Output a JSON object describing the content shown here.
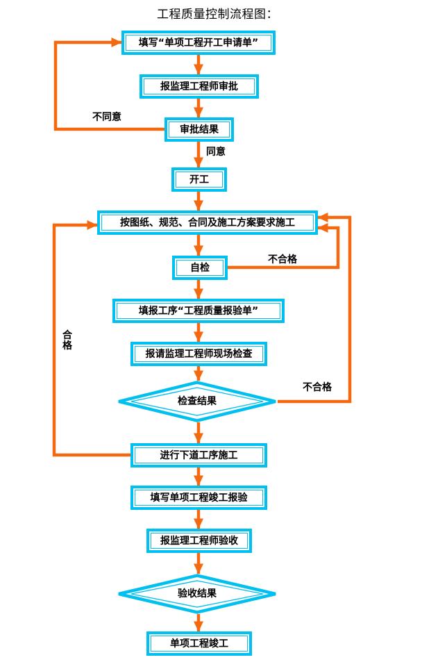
{
  "title": "工程质量控制流程图：",
  "colors": {
    "node_border": "#00C0F0",
    "node_fill": "#FFFFFF",
    "arrow": "#F4680F",
    "text": "#000000",
    "background": "#FFFFFF"
  },
  "nodes": {
    "n1": {
      "shape": "rect",
      "label": "填写“单项工程开工申请单”"
    },
    "n2": {
      "shape": "rect",
      "label": "报监理工程师审批"
    },
    "n3": {
      "shape": "rect",
      "label": "审批结果"
    },
    "n4": {
      "shape": "rect",
      "label": "开工"
    },
    "n5": {
      "shape": "rect",
      "label": "按图纸、规范、合同及施工方案要求施工"
    },
    "n6": {
      "shape": "rect",
      "label": "自检"
    },
    "n7": {
      "shape": "rect",
      "label": "填报工序“工程质量报验单”"
    },
    "n8": {
      "shape": "rect",
      "label": "报请监理工程师现场检查"
    },
    "d1": {
      "shape": "diamond",
      "label": "检查结果"
    },
    "n9": {
      "shape": "rect",
      "label": "进行下道工序施工"
    },
    "n10": {
      "shape": "rect",
      "label": "填写单项工程竣工报验"
    },
    "n11": {
      "shape": "rect",
      "label": "报监理工程师验收"
    },
    "d2": {
      "shape": "diamond",
      "label": "验收结果"
    },
    "n12": {
      "shape": "rect",
      "label": "单项工程竣工"
    }
  },
  "edge_labels": {
    "disagree": "不同意",
    "agree": "同意",
    "fail_self": "不合格",
    "fail_check": "不合格",
    "pass": "合格"
  },
  "edges": [
    {
      "from": "n1",
      "to": "n2",
      "label": ""
    },
    {
      "from": "n2",
      "to": "n3",
      "label": ""
    },
    {
      "from": "n3",
      "to": "n4",
      "label": "同意"
    },
    {
      "from": "n3",
      "to": "n1",
      "label": "不同意"
    },
    {
      "from": "n4",
      "to": "n5",
      "label": ""
    },
    {
      "from": "n5",
      "to": "n6",
      "label": ""
    },
    {
      "from": "n6",
      "to": "n7",
      "label": ""
    },
    {
      "from": "n6",
      "to": "n5",
      "label": "不合格"
    },
    {
      "from": "n7",
      "to": "n8",
      "label": ""
    },
    {
      "from": "n8",
      "to": "d1",
      "label": ""
    },
    {
      "from": "d1",
      "to": "n9",
      "label": ""
    },
    {
      "from": "d1",
      "to": "n5",
      "label": "不合格"
    },
    {
      "from": "n9",
      "to": "n5",
      "label": "合格"
    },
    {
      "from": "n9",
      "to": "n10",
      "label": ""
    },
    {
      "from": "n10",
      "to": "n11",
      "label": ""
    },
    {
      "from": "n11",
      "to": "d2",
      "label": ""
    },
    {
      "from": "d2",
      "to": "n12",
      "label": ""
    }
  ]
}
